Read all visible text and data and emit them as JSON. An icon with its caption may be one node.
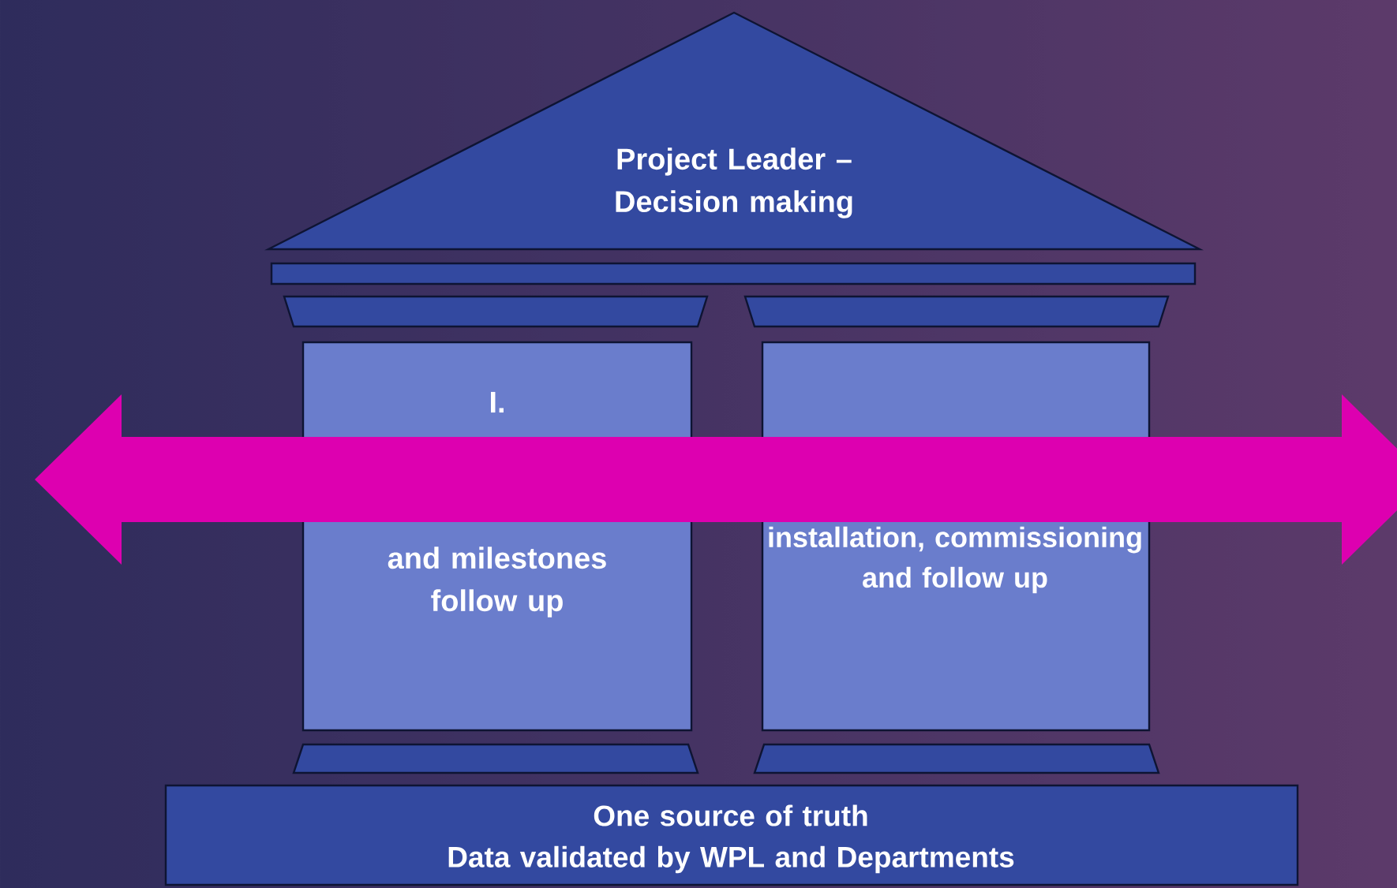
{
  "diagram": {
    "nodes": [
      {
        "text": [
          "Project Leader – Decision making"
        ]
      },
      {
        "text": [],
        "shape": "bar"
      },
      {
        "text": [],
        "shape": "bar"
      },
      {
        "text": [],
        "shape": "bar"
      },
      {
        "text": [
          "I.",
          "and milestones follow up"
        ]
      },
      {
        "text": [
          "installation, commissioning and follow up"
        ]
      },
      {
        "text": [],
        "shape": "bar"
      },
      {
        "text": [],
        "shape": "bar"
      },
      {
        "text": [
          "One source of truth",
          "Data validated by WPL and Departments"
        ]
      }
    ],
    "edges": []
  }
}
